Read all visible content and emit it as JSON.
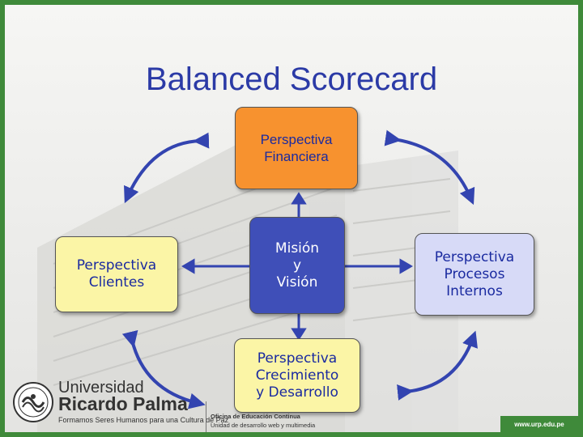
{
  "title": "Balanced Scorecard",
  "boxes": {
    "financiera": "Perspectiva\nFinanciera",
    "clientes": "Perspectiva\nClientes",
    "mision": "Misión\ny\nVisión",
    "procesos": "Perspectiva\nProcesos\nInternos",
    "crecimiento": "Perspectiva\nCrecimiento\ny Desarrollo"
  },
  "colors": {
    "financiera": "#f7922f",
    "clientes": "#fbf5a6",
    "mision": "#3f4fb8",
    "procesos": "#d7daf7",
    "crecimiento": "#fbf5a6",
    "arrow": "#3344b0",
    "border": "#3f8a3a"
  },
  "logo": {
    "line1": "Universidad",
    "line2": "Ricardo Palma",
    "tagline": "Formamos Seres Humanos para una Cultura de Paz",
    "office": "Oficina de Educación Continua",
    "unit": "Unidad de desarrollo web y multimedia"
  },
  "footer_url": "www.urp.edu.pe"
}
